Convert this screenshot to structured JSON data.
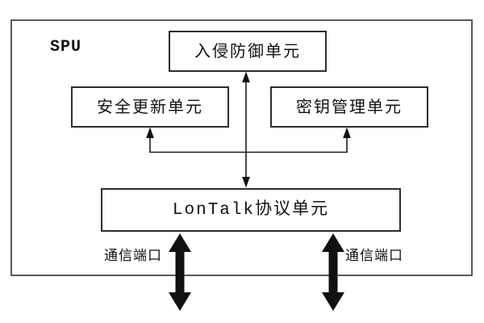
{
  "diagram": {
    "type": "block-diagram",
    "title": "SPU",
    "nodes": {
      "intrusion_prevention": {
        "label": "入侵防御单元"
      },
      "security_update": {
        "label": "安全更新单元"
      },
      "key_management": {
        "label": "密钥管理单元"
      },
      "lontalk_protocol": {
        "label": "LonTalk协议单元"
      }
    },
    "ports": {
      "left": {
        "label": "通信端口"
      },
      "right": {
        "label": "通信端口"
      }
    },
    "connections": [
      {
        "from": "LonTalk协议单元",
        "to": "入侵防御单元",
        "style": "thin",
        "arrows": "both"
      },
      {
        "from": "LonTalk协议单元",
        "to": "安全更新单元",
        "style": "thin-branch",
        "arrows": "to"
      },
      {
        "from": "LonTalk协议单元",
        "to": "密钥管理单元",
        "style": "thin-branch",
        "arrows": "to"
      },
      {
        "from": "LonTalk协议单元",
        "to": "通信端口(左)",
        "style": "thick",
        "arrows": "both"
      },
      {
        "from": "LonTalk协议单元",
        "to": "通信端口(右)",
        "style": "thick",
        "arrows": "both"
      }
    ],
    "colors": {
      "line": "#1c1c1c",
      "arrow_fill": "#111111",
      "box_border": "#2e2e2e",
      "outer_border": "#5a5a5a",
      "text": "#111111",
      "background": "#ffffff"
    }
  }
}
